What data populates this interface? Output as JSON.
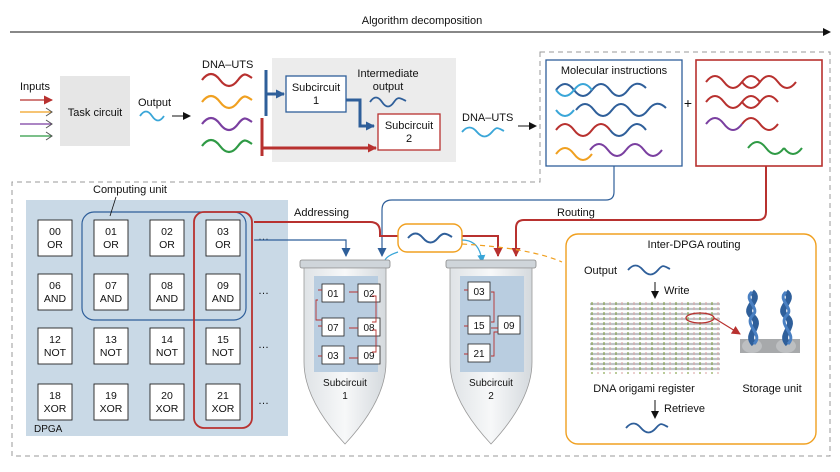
{
  "title": "Algorithm decomposition",
  "inputs_label": "Inputs",
  "task_circuit": "Task circuit",
  "output_label": "Output",
  "dna_uts_top": "DNA–UTS",
  "subcircuit1": [
    "Subcircuit",
    "1"
  ],
  "intermediate_output": [
    "Intermediate",
    "output"
  ],
  "subcircuit2": [
    "Subcircuit",
    "2"
  ],
  "dna_uts_mid": "DNA–UTS",
  "molecular_instructions": "Molecular instructions",
  "plus": "+",
  "computing_unit": "Computing unit",
  "addressing": "Addressing",
  "routing": "Routing",
  "inter_dpga_routing": "Inter-DPGA routing",
  "dpga_label": "DPGA",
  "ellipsis": "…",
  "grid": [
    [
      {
        "id": "00",
        "op": "OR"
      },
      {
        "id": "01",
        "op": "OR"
      },
      {
        "id": "02",
        "op": "OR"
      },
      {
        "id": "03",
        "op": "OR"
      }
    ],
    [
      {
        "id": "06",
        "op": "AND"
      },
      {
        "id": "07",
        "op": "AND"
      },
      {
        "id": "08",
        "op": "AND"
      },
      {
        "id": "09",
        "op": "AND"
      }
    ],
    [
      {
        "id": "12",
        "op": "NOT"
      },
      {
        "id": "13",
        "op": "NOT"
      },
      {
        "id": "14",
        "op": "NOT"
      },
      {
        "id": "15",
        "op": "NOT"
      }
    ],
    [
      {
        "id": "18",
        "op": "XOR"
      },
      {
        "id": "19",
        "op": "XOR"
      },
      {
        "id": "20",
        "op": "XOR"
      },
      {
        "id": "21",
        "op": "XOR"
      }
    ]
  ],
  "tube1_cells": [
    "01",
    "02",
    "07",
    "08",
    "03",
    "09"
  ],
  "tube1_label": [
    "Subcircuit",
    "1"
  ],
  "tube2_cells": [
    "03",
    "15",
    "09",
    "21"
  ],
  "tube2_label": [
    "Subcircuit",
    "2"
  ],
  "inter_output": "Output",
  "write": "Write",
  "dna_origami_register": "DNA origami register",
  "storage_unit": "Storage unit",
  "retrieve": "Retrieve",
  "colors": {
    "red": "#b8312f",
    "blue": "#2f5f9a",
    "orange": "#f0a020",
    "purple": "#7a3fa0",
    "green": "#2f9a45",
    "cyan": "#3aa6d8",
    "panel": "#c9d9e6",
    "grey": "#ececec"
  }
}
